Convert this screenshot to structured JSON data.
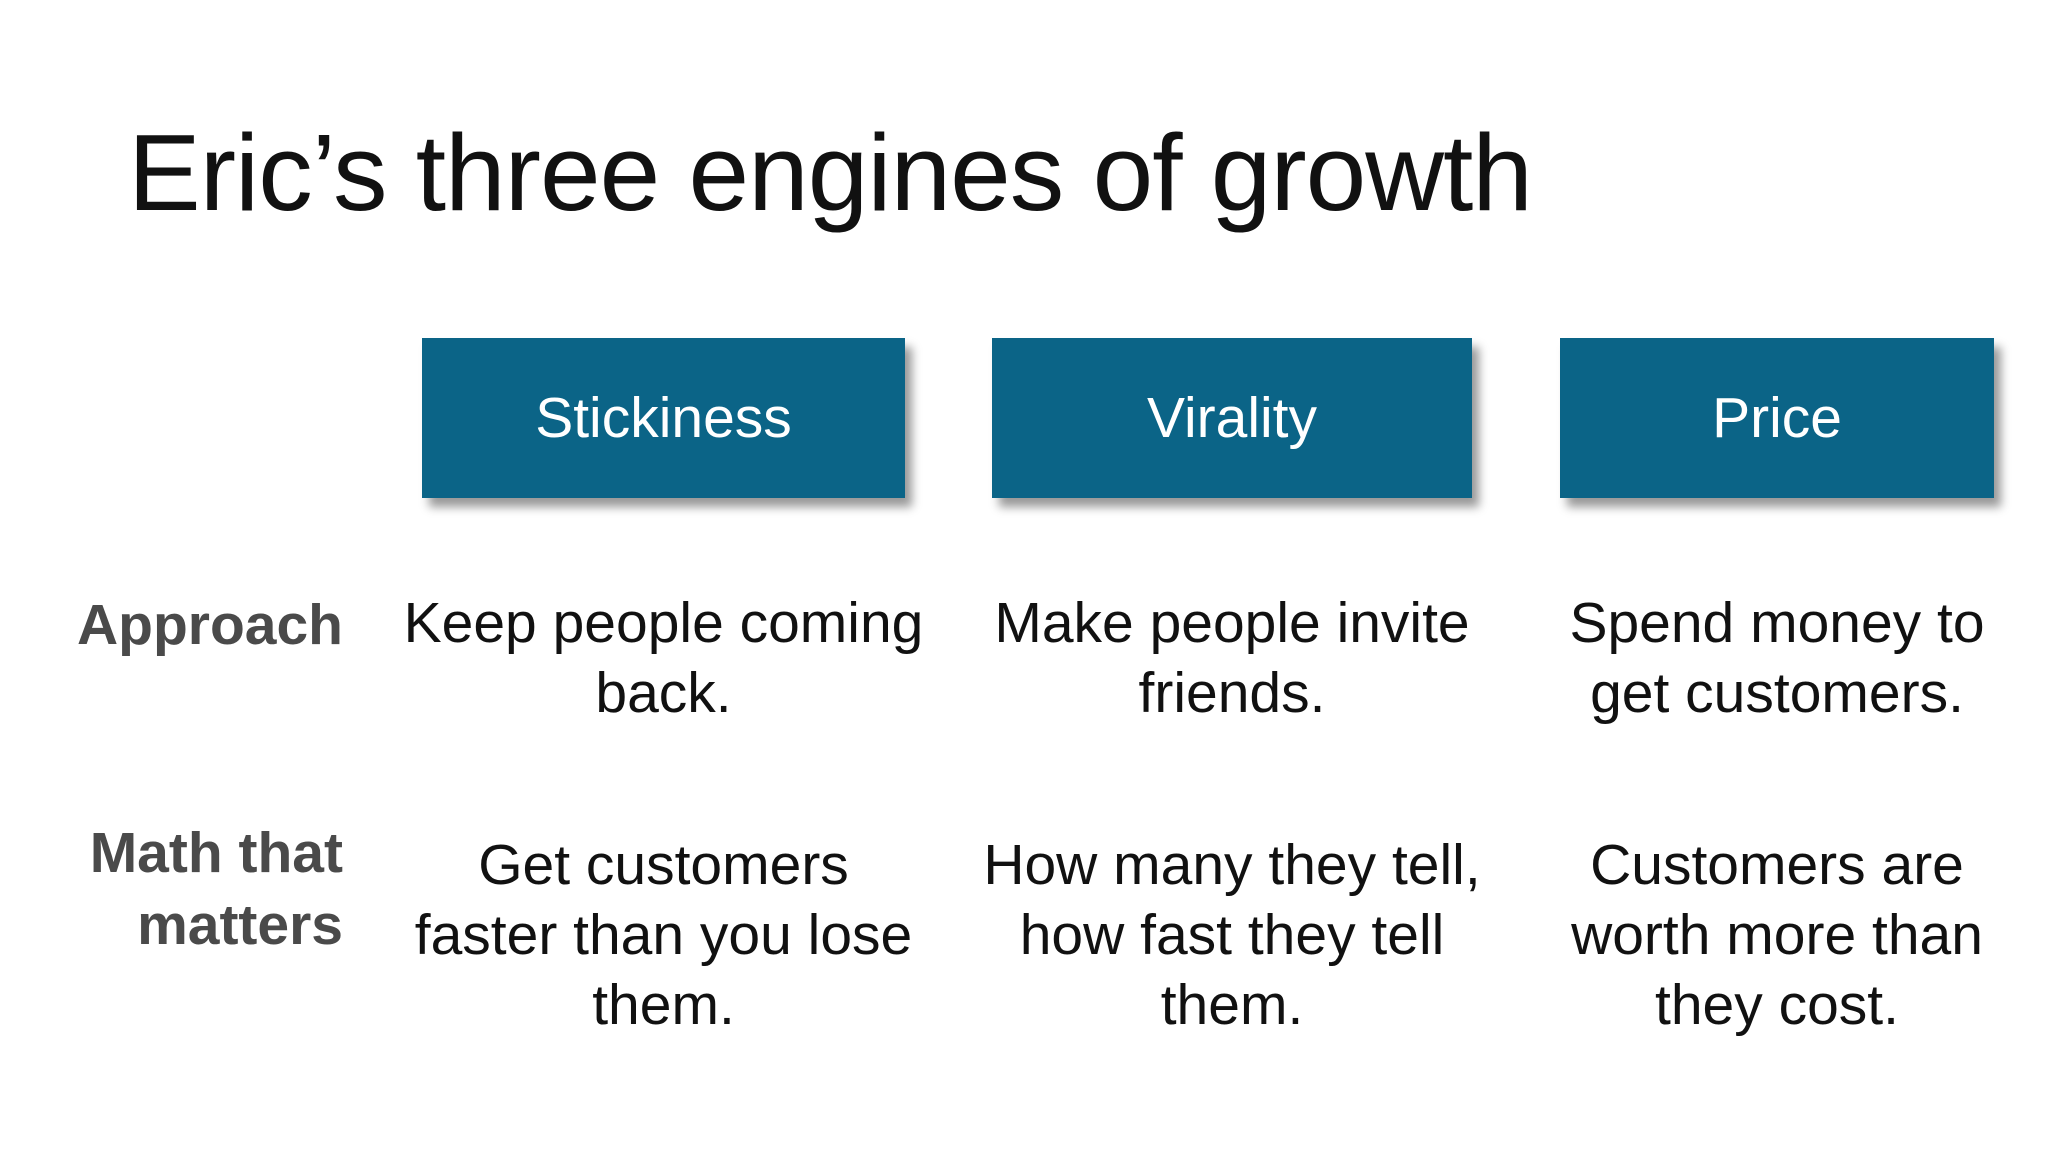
{
  "slide": {
    "title": "Eric’s three engines of growth"
  },
  "columns": [
    {
      "header": "Stickiness",
      "approach": "Keep people coming back.",
      "math": "Get customers faster than you lose them."
    },
    {
      "header": "Virality",
      "approach": "Make people invite friends.",
      "math": "How many they tell, how fast they tell them."
    },
    {
      "header": "Price",
      "approach": "Spend money to get customers.",
      "math": "Customers are worth more than they cost."
    }
  ],
  "rows": {
    "approach_label": "Approach",
    "math_label": "Math that matters"
  },
  "colors": {
    "header_box": "#0b6487",
    "header_text": "#ffffff",
    "row_label": "#4a4a4a",
    "body_text": "#111111",
    "background": "#ffffff"
  }
}
